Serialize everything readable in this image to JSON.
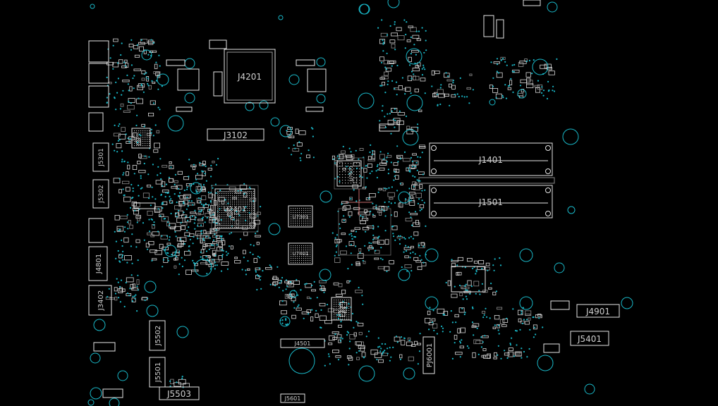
{
  "view": {
    "background": "#000000",
    "outline_color": "#e6e6e6",
    "via_color": "#19b8c8",
    "label_color": "#cfcfcf",
    "crosshair_color": "#c46a6a"
  },
  "labels": {
    "j4201": "J4201",
    "j3102": "J3102",
    "j1401": "J1401",
    "j1501": "J1501",
    "j4801": "J4801",
    "j3402": "J3402",
    "j5502": "J5502",
    "j5501": "J5501",
    "j5503": "J5503",
    "j4501": "J4501",
    "j5601": "J5601",
    "pj6001": "PJ6001",
    "j4901": "J4901",
    "j5401": "J5401",
    "j5301": "J5301",
    "j5302": "J5302",
    "u2401": "U2401",
    "u7301": "U7301",
    "u7401": "U7401",
    "u7601": "U7601",
    "u3001": "U3001"
  }
}
